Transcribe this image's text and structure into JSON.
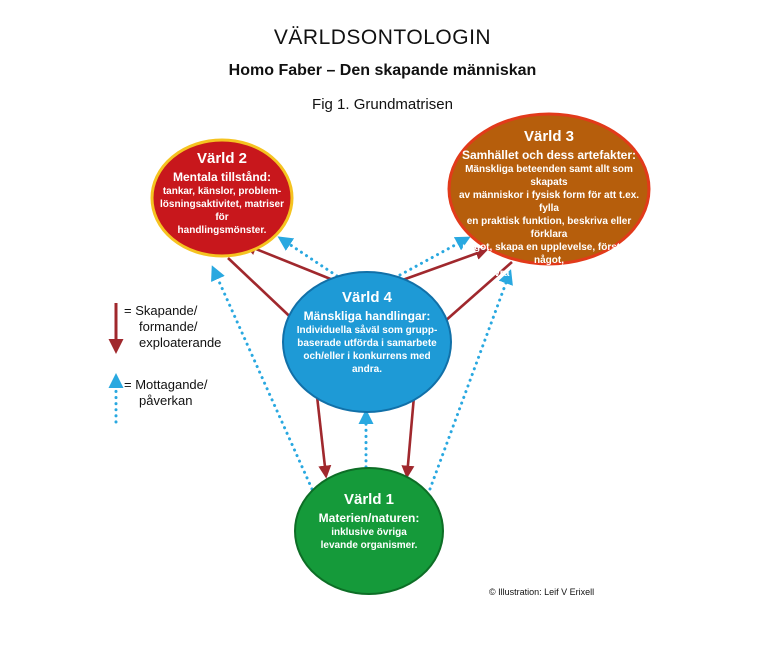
{
  "header": {
    "title": "VÄRLDSONTOLOGIN",
    "subtitle": "Homo Faber – Den skapande människan",
    "caption": "Fig 1. Grundmatrisen"
  },
  "nodes": {
    "world2": {
      "name": "Värld 2",
      "heading": "Mentala tillstånd:",
      "lines": [
        "tankar, känslor, problem-",
        "lösningsaktivitet, matriser för",
        "handlingsmönster."
      ],
      "fill": "#c8171c",
      "border": "#f5c320"
    },
    "world3": {
      "name": "Värld 3",
      "heading": "Samhället och dess artefakter:",
      "lines": [
        "Mänskliga beteenden samt allt som skapats",
        "av människor i fysisk form för att t.ex. fylla",
        "en praktisk funktion, beskriva eller förklara",
        "något, skapa en upplevelse, förstöra något,",
        "erövra makt eller nå en insikt."
      ],
      "fill": "#b65e0c",
      "border": "#e23a1a"
    },
    "world4": {
      "name": "Värld 4",
      "heading": "Mänskliga handlingar:",
      "lines": [
        "Individuella såväl som grupp-",
        "baserade utförda i samarbete",
        "och/eller i konkurrens med",
        "andra."
      ],
      "fill": "#1e9ad6",
      "border": "#1170a8"
    },
    "world1": {
      "name": "Värld 1",
      "heading": "Materien/naturen:",
      "lines": [
        "inklusive övriga",
        "levande organismer."
      ],
      "fill": "#159a3a",
      "border": "#0d6e26"
    }
  },
  "legend": {
    "creating": {
      "symbol": "=",
      "lines": [
        "Skapande/",
        "formande/",
        "exploaterande"
      ],
      "color": "#a0282d"
    },
    "receiving": {
      "symbol": "=",
      "lines": [
        "Mottagande/",
        "påverkan"
      ],
      "color": "#29a8e0"
    }
  },
  "credit": "© Illustration: Leif V Erixell"
}
